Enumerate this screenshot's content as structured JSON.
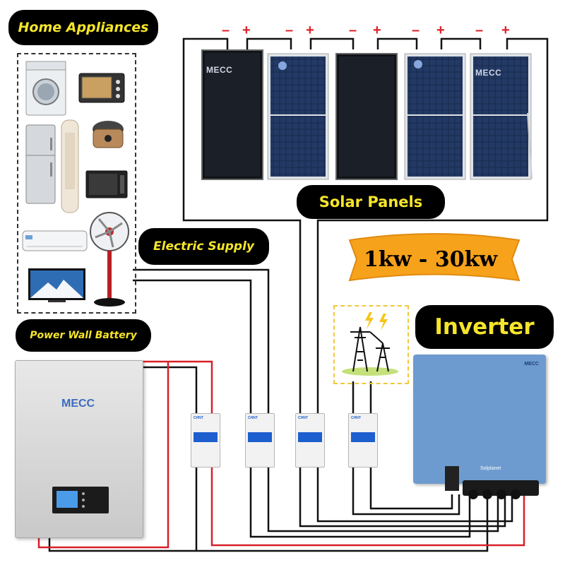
{
  "labels": {
    "home_appliances": "Home Appliances",
    "solar_panels": "Solar Panels",
    "electric_supply": "Electric  Supply",
    "power_wall_battery": "Power Wall Battery",
    "inverter": "Inverter",
    "power_range": "1kw - 30kw"
  },
  "panel_terminals": [
    {
      "minus": "–",
      "plus": "+"
    },
    {
      "minus": "–",
      "plus": "+"
    },
    {
      "minus": "–",
      "plus": "+"
    },
    {
      "minus": "–",
      "plus": "+"
    },
    {
      "minus": "–",
      "plus": "+"
    }
  ],
  "brand": {
    "panel_logo": "MECC",
    "battery_logo": "MECC",
    "inverter_logo": "MECC",
    "breaker_brand": "CHNT",
    "inverter_maker": "Solplanet"
  },
  "colors": {
    "pill_bg": "#000000",
    "pill_text": "#f5e52a",
    "wire_black": "#111111",
    "wire_red": "#d8202a",
    "terminal_red": "#e0202a",
    "inverter_blue": "#6e9bcf",
    "banner_orange": "#f7a21b",
    "breaker_blue": "#1e5fcf"
  },
  "icons": [
    "washing-machine-icon",
    "oven-icon",
    "refrigerator-icon",
    "air-purifier-icon",
    "rice-cooker-icon",
    "microwave-icon",
    "air-conditioner-icon",
    "standing-fan-icon",
    "television-icon",
    "power-tower-icon",
    "lightning-icon"
  ]
}
